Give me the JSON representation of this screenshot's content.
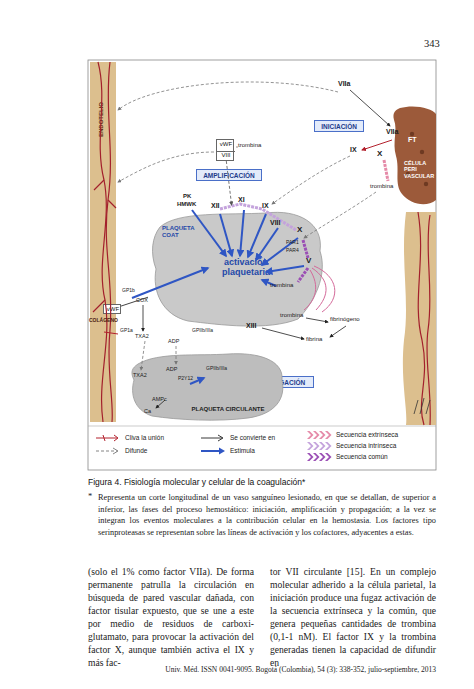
{
  "diagram": {
    "caption": "Figura 4. Fisiología molecular y celular de la coagulación*",
    "nodes": [
      {
        "text": [
          "ENDOTELIO"
        ]
      },
      {
        "text": [
          "CÉLULA PERI VASCULAR"
        ]
      },
      {
        "text": [
          "INICIACIÓN"
        ]
      },
      {
        "text": [
          "vWF",
          "VIII"
        ]
      },
      {
        "text": [
          "AMPLIFICACIÓN"
        ]
      },
      {
        "text": [
          "vWF"
        ]
      },
      {
        "text": [
          "PLAQUETA COAT",
          "activación plaquetaria"
        ]
      },
      {
        "text": [
          "PROPAGACIÓN"
        ]
      },
      {
        "text": [
          "PLAQUETA CIRCULANTE"
        ]
      }
    ],
    "edges": [
      {
        "from": 3,
        "to": 6,
        "arrow": "to"
      },
      {
        "from": 5,
        "to": 6,
        "arrow": "none"
      }
    ],
    "labels": [
      "343",
      "COLÁGENO",
      "VIIa",
      "VIIa",
      "FT",
      "IX",
      "X",
      "trombina",
      "trombina",
      "PK",
      "HMWK",
      "XII",
      "XI",
      "IX",
      "VIII",
      "X",
      "PAR1",
      "PAR4",
      "V",
      "trombina",
      "trombina",
      "fibrinógeno",
      "fibrina",
      "XIII",
      "COX",
      "TXA2",
      "ADP",
      "GPIIb/IIIa",
      "GP1b",
      "GP1a",
      "TXA2",
      "ADP",
      "P2Y12",
      "GPIIb/IIIa",
      "AMPc",
      "Ca",
      "*",
      "Representa un corte longitudinal de un vaso sanguíneo lesionado, en que se detallan, de superior a inferior, las fases del proceso hemostático: iniciación, amplificación y propagación; a la vez se integran los eventos moleculares a la contribución celular en la hemostasia. Los factores tipo serinproteasas se representan sobre las líneas de activación y los cofactores, adyacentes a estas.",
      "(solo el 1% como factor VIIa). De forma permanente patrulla la circulación en búsqueda de pared vascular dañada, con factor tisular expuesto, que se une a este por medio de residuos de carboxi-glutamato, para provocar la activación del factor X, aunque también activa el IX y más fac-",
      "tor VII circulante [15]. En un complejo molecular adherido a la célula parietal, la iniciación produce una fugaz activación de la secuencia extrínseca y la común, que genera pequeñas cantidades de trombina (0,1-1 nM). El factor IX y la trombina generadas tienen la capacidad de difundir en",
      "Univ. Méd. ISSN 0041-9095. Bogotá (Colombia), 54 (3): 338-352, julio-septiembre, 2013"
    ],
    "legend": [
      {
        "text": "Cliva la unión"
      },
      {
        "text": "Se convierte en"
      },
      {
        "text": "Secuencia extrínseca",
        "color": "#e58aa8"
      },
      {
        "text": "Difunde"
      },
      {
        "text": "Estimula"
      },
      {
        "text": "Secuencia intrínseca",
        "color": "#c4a3dc"
      },
      {
        "text": "Secuencia común",
        "color": "#9b4fb5"
      }
    ]
  }
}
